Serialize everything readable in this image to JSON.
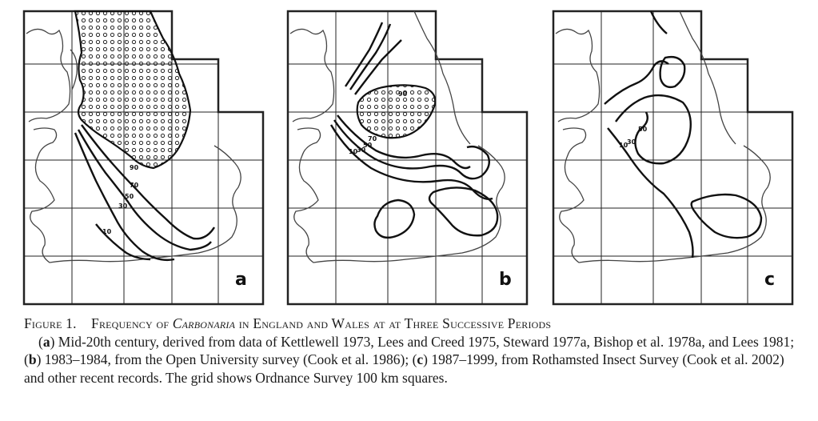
{
  "panels": [
    {
      "letter": "a",
      "contour_labels": [
        "90",
        "70",
        "50",
        "30",
        "10"
      ]
    },
    {
      "letter": "b",
      "contour_labels": [
        "90",
        "70",
        "50",
        "30",
        "10"
      ]
    },
    {
      "letter": "c",
      "contour_labels": [
        "50",
        "30",
        "10"
      ]
    }
  ],
  "caption": {
    "figure_label": "Figure 1.",
    "title_before": "Frequency of",
    "title_italic": "Carbonaria",
    "title_after": "in England and Wales at at Three Successive Periods",
    "a_label": "a",
    "a_text": "Mid-20th century, derived from data of Kettlewell 1973, Lees and Creed 1975, Steward 1977a, Bishop et al. 1978a, and Lees 1981;",
    "b_label": "b",
    "b_text": "1983–1984, from the Open University survey (Cook et al. 1986);",
    "c_label": "c",
    "c_text": "1987–1999, from Rothamsted Insect Survey (Cook et al. 2002) and other recent records. The grid shows Ordnance Survey 100 km squares."
  }
}
